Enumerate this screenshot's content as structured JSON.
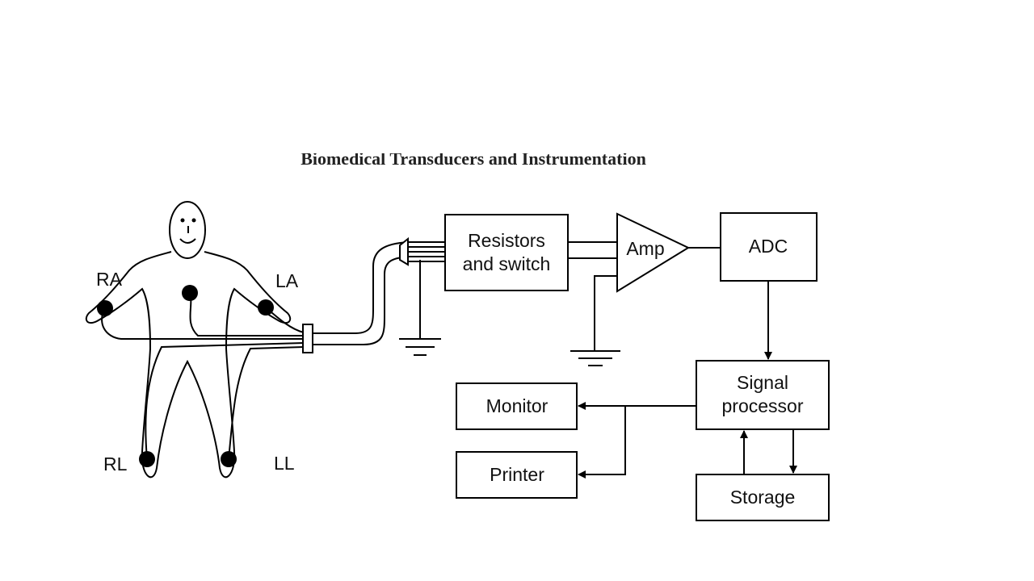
{
  "header": {
    "title": "Biomedical Transducers and Instrumentation"
  },
  "leads": {
    "ra": "RA",
    "la": "LA",
    "rl": "RL",
    "ll": "LL"
  },
  "blocks": {
    "resistors_line1": "Resistors",
    "resistors_line2": "and switch",
    "amp": "Amp",
    "adc": "ADC",
    "signal_line1": "Signal",
    "signal_line2": "processor",
    "monitor": "Monitor",
    "printer": "Printer",
    "storage": "Storage"
  }
}
